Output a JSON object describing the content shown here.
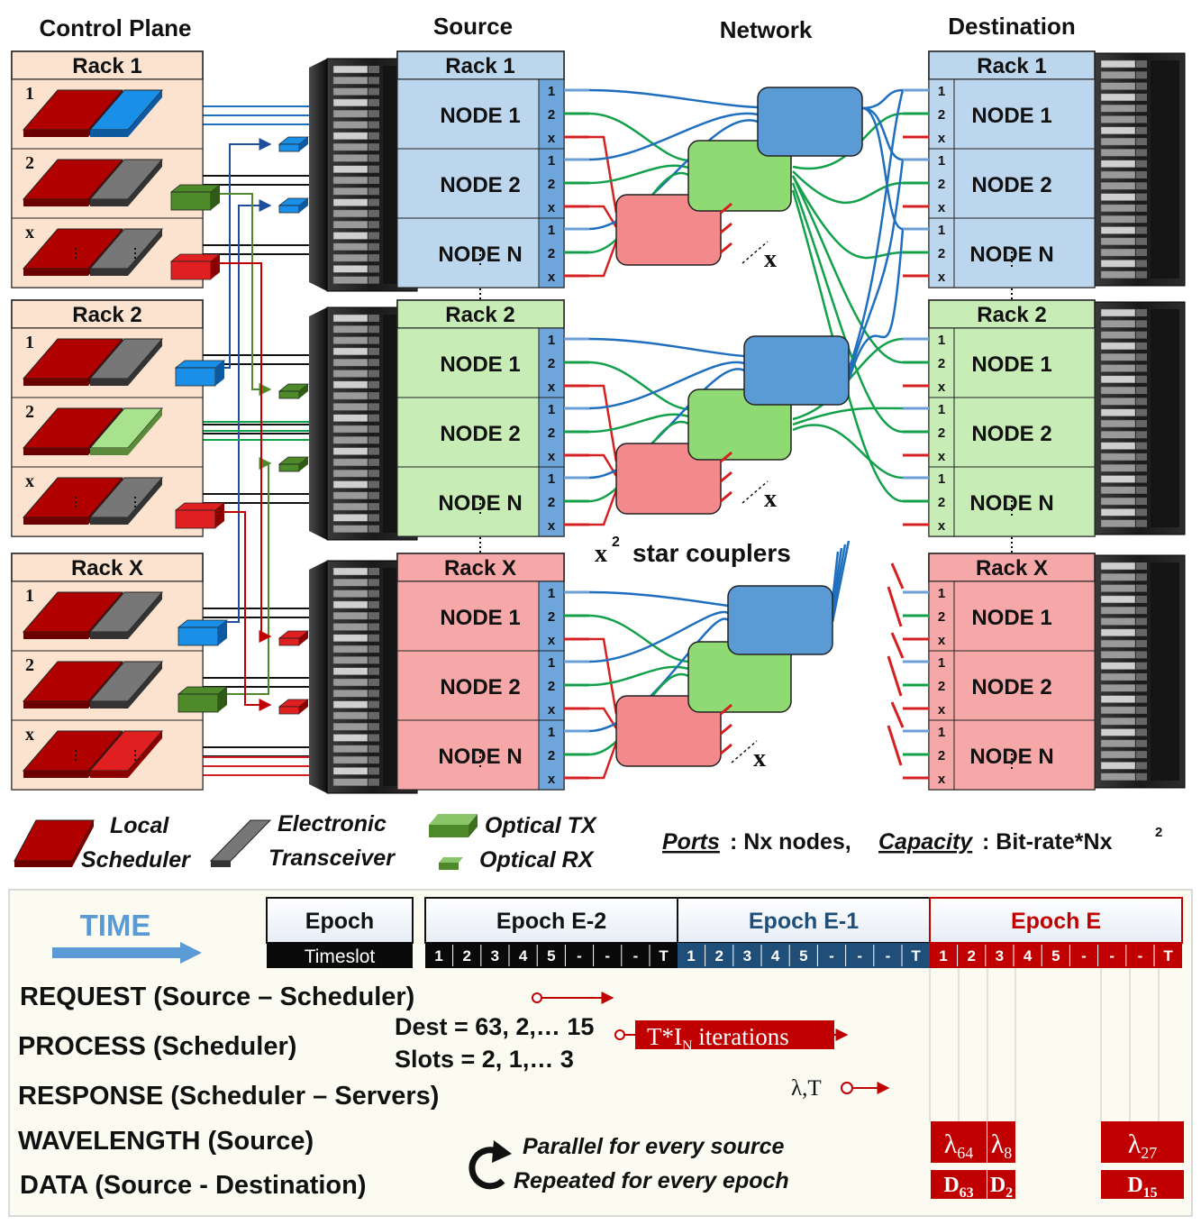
{
  "headers": {
    "control_plane": "Control Plane",
    "source": "Source",
    "network": "Network",
    "destination": "Destination"
  },
  "racks": [
    "Rack 1",
    "Rack 2",
    "Rack X"
  ],
  "cp_slots": [
    "1",
    "2",
    "x"
  ],
  "nodes": [
    "NODE 1",
    "NODE 2",
    "NODE N"
  ],
  "ports": [
    "1",
    "2",
    "x"
  ],
  "coupler_x": "x",
  "star_couplers": {
    "count": "x",
    "exp": "2",
    "label": "star couplers"
  },
  "legend": {
    "local1": "Local",
    "local2": "Scheduler",
    "elec1": "Electronic",
    "elec2": "Transceiver",
    "otx": "Optical TX",
    "orx": "Optical RX",
    "ports_label": "Ports",
    "ports_value": ": Nx nodes,",
    "capacity_label": "Capacity",
    "capacity_value": ": Bit-rate*Nx",
    "capacity_exp": "2"
  },
  "timing": {
    "time": "TIME",
    "epoch": "Epoch",
    "timeslot": "Timeslot",
    "epochs": [
      {
        "label": "Epoch E-2",
        "color": "#111111"
      },
      {
        "label": "Epoch E-1",
        "color": "#1f4e79"
      },
      {
        "label": "Epoch E",
        "color": "#c00000"
      }
    ],
    "slots": [
      "1",
      "2",
      "3",
      "4",
      "5",
      "-",
      "-",
      "-",
      "T"
    ],
    "rows": [
      "REQUEST (Source – Scheduler)",
      "PROCESS (Scheduler)",
      "RESPONSE (Scheduler – Servers)",
      "WAVELENGTH (Source)",
      "DATA (Source - Destination)"
    ],
    "dest": "Dest = 63, 2,… 15",
    "slots_line": "Slots = 2,   1,…   3",
    "iter_main": "T*I",
    "iter_sub": "N",
    "iter_tail": " iterations",
    "lambda_t": "λ,T",
    "lambdas": [
      {
        "sym": "λ",
        "sub": "64"
      },
      {
        "sym": "λ",
        "sub": "8"
      },
      {
        "sym": "λ",
        "sub": "27"
      }
    ],
    "data": [
      {
        "sym": "D",
        "sub": "63"
      },
      {
        "sym": "D",
        "sub": "2"
      },
      {
        "sym": "D",
        "sub": "15"
      }
    ],
    "parallel": "Parallel for every source",
    "repeated": "Repeated for every epoch"
  },
  "colors": {
    "blue": "#1f6fbf",
    "green": "#12a04a",
    "red": "#d42020",
    "rack1": "#bcd6ee",
    "rack2": "#c7ecb6",
    "rackx": "#f6a8a8",
    "cp_bg": "#fbe3cf"
  }
}
